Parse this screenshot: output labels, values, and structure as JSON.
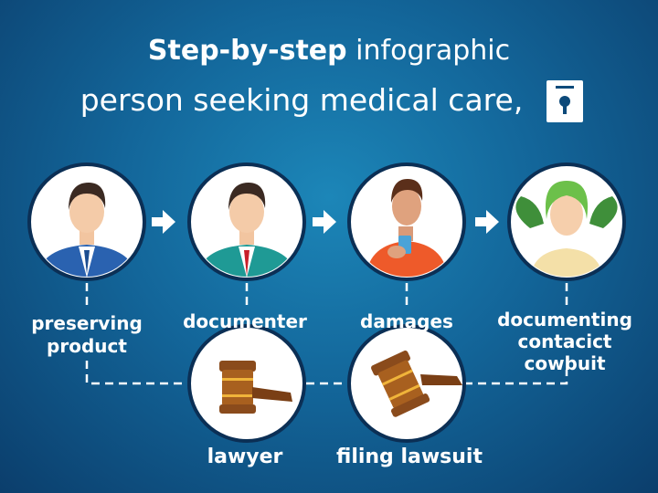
{
  "title": {
    "bold": "Step-by-step",
    "rest": " infographic",
    "line2": "person seeking medical care,"
  },
  "steps": [
    {
      "label_lines": [
        "preserving",
        "product"
      ],
      "icon": "businessman-blue-suit"
    },
    {
      "label_lines": [
        "documenter"
      ],
      "icon": "businessman-teal-suit-red-tie"
    },
    {
      "label_lines": [
        "damages"
      ],
      "icon": "person-orange-shirt-phone"
    },
    {
      "label_lines": [
        "documenting",
        "contacict",
        "cowbuit"
      ],
      "icon": "person-green-hair-leaves"
    },
    {
      "label_lines": [
        "lawyer"
      ],
      "icon": "gavel"
    },
    {
      "label_lines": [
        "filing lawsuit"
      ],
      "icon": "gavel"
    }
  ],
  "colors": {
    "background": "#13669a",
    "circle_border": "#0b2f55",
    "text": "#ffffff"
  }
}
